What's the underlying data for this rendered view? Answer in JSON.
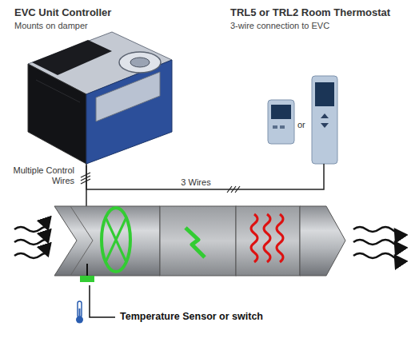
{
  "diagram": {
    "nodes": [
      {
        "text": [
          "EVC Unit Controller",
          "Mounts on damper"
        ]
      },
      {
        "text": [
          "TRL5 or TRL2 Room Thermostat",
          "3-wire connection to EVC"
        ]
      }
    ],
    "edges": [
      {
        "from": 0,
        "to": 1,
        "arrow": "none",
        "label": "3 Wires"
      }
    ],
    "labels": [
      "Multiple Control Wires",
      "or",
      "Temperature Sensor or switch"
    ]
  }
}
